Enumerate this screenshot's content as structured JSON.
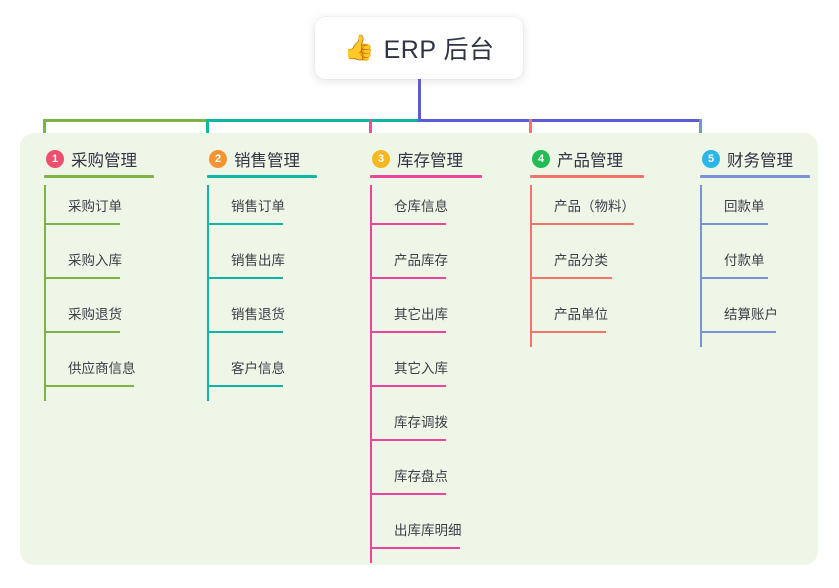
{
  "title": {
    "emoji": "👍",
    "emoji_name": "thumbs-up-icon",
    "text": "ERP 后台"
  },
  "theme": {
    "panel_background": "#eef7e7",
    "page_background": "#ffffff",
    "card_background": "#ffffff",
    "text_color": "#2f3542",
    "item_text_color": "#3b4049"
  },
  "bus": {
    "segment_colors": [
      "#7cb342",
      "#12b5a5",
      "#5b5bd6"
    ],
    "trunk_color": "#5b5bd6"
  },
  "columns": [
    {
      "index": "1",
      "label": "采购管理",
      "badge_color": "#ef4f6e",
      "line_color": "#7cb342",
      "rule_width": 110,
      "drop_color": "#7cb342",
      "items": [
        {
          "label": "采购订单",
          "rule_width": 76
        },
        {
          "label": "采购入库",
          "rule_width": 76
        },
        {
          "label": "采购退货",
          "rule_width": 76
        },
        {
          "label": "供应商信息",
          "rule_width": 90
        }
      ]
    },
    {
      "index": "2",
      "label": "销售管理",
      "badge_color": "#f79432",
      "line_color": "#12b5a5",
      "rule_width": 110,
      "drop_color": "#12b5a5",
      "items": [
        {
          "label": "销售订单",
          "rule_width": 76
        },
        {
          "label": "销售出库",
          "rule_width": 76
        },
        {
          "label": "销售退货",
          "rule_width": 76
        },
        {
          "label": "客户信息",
          "rule_width": 76
        }
      ]
    },
    {
      "index": "3",
      "label": "库存管理",
      "badge_color": "#f5b820",
      "line_color": "#e8459b",
      "rule_width": 112,
      "drop_color": "#ee4f9a",
      "items": [
        {
          "label": "仓库信息",
          "rule_width": 76
        },
        {
          "label": "产品库存",
          "rule_width": 76
        },
        {
          "label": "其它出库",
          "rule_width": 76
        },
        {
          "label": "其它入库",
          "rule_width": 76
        },
        {
          "label": "库存调拨",
          "rule_width": 76
        },
        {
          "label": "库存盘点",
          "rule_width": 76
        },
        {
          "label": "出库库明细",
          "rule_width": 90
        }
      ]
    },
    {
      "index": "4",
      "label": "产品管理",
      "badge_color": "#22bb55",
      "line_color": "#f4736b",
      "rule_width": 114,
      "drop_color": "#f4736b",
      "items": [
        {
          "label": "产品（物料）",
          "rule_width": 104
        },
        {
          "label": "产品分类",
          "rule_width": 82
        },
        {
          "label": "产品单位",
          "rule_width": 76
        }
      ]
    },
    {
      "index": "5",
      "label": "财务管理",
      "badge_color": "#29b6e8",
      "line_color": "#7a92d6",
      "rule_width": 110,
      "drop_color": "#7a92d6",
      "items": [
        {
          "label": "回款单",
          "rule_width": 68
        },
        {
          "label": "付款单",
          "rule_width": 68
        },
        {
          "label": "结算账户",
          "rule_width": 76
        }
      ]
    }
  ]
}
